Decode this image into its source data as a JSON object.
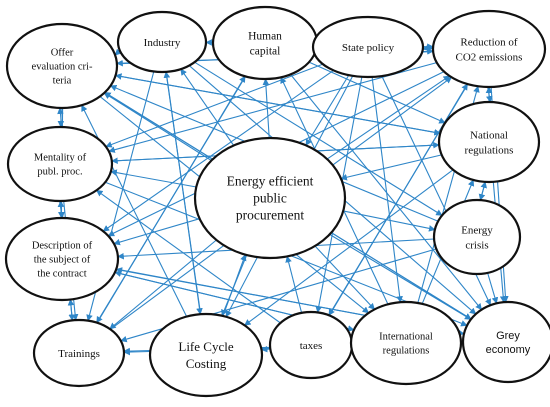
{
  "diagram": {
    "nodes": [
      {
        "id": "offer",
        "lines": [
          "Offer",
          "evaluation cri-",
          "teria"
        ]
      },
      {
        "id": "industry",
        "lines": [
          "Industry"
        ]
      },
      {
        "id": "human",
        "lines": [
          "Human",
          "capital"
        ]
      },
      {
        "id": "state",
        "lines": [
          "State policy"
        ]
      },
      {
        "id": "co2",
        "lines": [
          "Reduction of",
          "CO2 emissions"
        ]
      },
      {
        "id": "national",
        "lines": [
          "National",
          "regulations"
        ]
      },
      {
        "id": "mentality",
        "lines": [
          "Mentality of",
          "publ. proc."
        ]
      },
      {
        "id": "center",
        "lines": [
          "Energy efficient",
          "public",
          "procurement"
        ]
      },
      {
        "id": "crisis",
        "lines": [
          "Energy",
          "crisis"
        ]
      },
      {
        "id": "description",
        "lines": [
          "Description of",
          "the subject of",
          "the contract"
        ]
      },
      {
        "id": "trainings",
        "lines": [
          "Trainings"
        ]
      },
      {
        "id": "lcc",
        "lines": [
          "Life Cycle",
          "Costing"
        ]
      },
      {
        "id": "taxes",
        "lines": [
          "taxes"
        ]
      },
      {
        "id": "intl",
        "lines": [
          "International",
          "regulations"
        ]
      },
      {
        "id": "grey",
        "lines": [
          "Grey",
          "economy"
        ]
      }
    ]
  }
}
